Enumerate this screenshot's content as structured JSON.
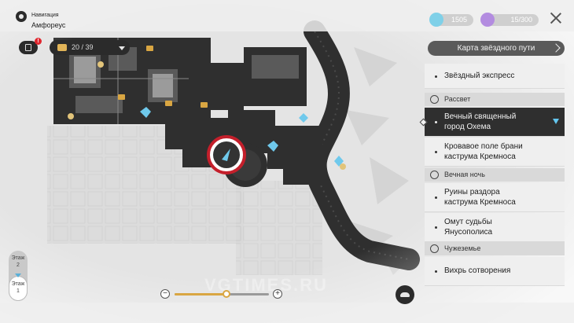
{
  "header": {
    "nav_title": "Навигация",
    "location": "Амфореус",
    "chest_count": "20 / 39",
    "alert_badge": "!"
  },
  "resources": [
    {
      "name": "stellar-jade",
      "value": "1505",
      "color": "#7fd0e8"
    },
    {
      "name": "trailblaze-power",
      "value": "15/300",
      "color": "#b38ce0"
    }
  ],
  "panel": {
    "title": "Карта звёздного пути",
    "top_item": "Звёздный экспресс",
    "groups": [
      {
        "name": "Рассвет",
        "icon": "sun-icon",
        "items": [
          {
            "label_1": "Вечный священный",
            "label_2": "город Охема",
            "active": true
          },
          {
            "label_1": "Кровавое поле брани",
            "label_2": "каструма Кремноса",
            "active": false
          }
        ]
      },
      {
        "name": "Вечная ночь",
        "icon": "moon-icon",
        "items": [
          {
            "label_1": "Руины раздора",
            "label_2": "каструма Кремноса",
            "active": false
          },
          {
            "label_1": "Омут судьбы",
            "label_2": "Янусополиса",
            "active": false
          }
        ]
      },
      {
        "name": "Чужеземье",
        "icon": "star-icon",
        "items": [
          {
            "label_1": "Вихрь сотворения",
            "label_2": "",
            "active": false
          }
        ]
      }
    ]
  },
  "floors": [
    {
      "label": "Этаж",
      "number": "2",
      "active": false
    },
    {
      "label": "Этаж",
      "number": "1",
      "active": true
    }
  ],
  "zoom": {
    "level": 0.55,
    "minus": "−",
    "plus": "+"
  },
  "watermark": "VGTIMES.RU",
  "accent_colors": {
    "gold": "#d9a642",
    "teleport": "#6fc9ec",
    "highlight": "#c41f2b"
  }
}
